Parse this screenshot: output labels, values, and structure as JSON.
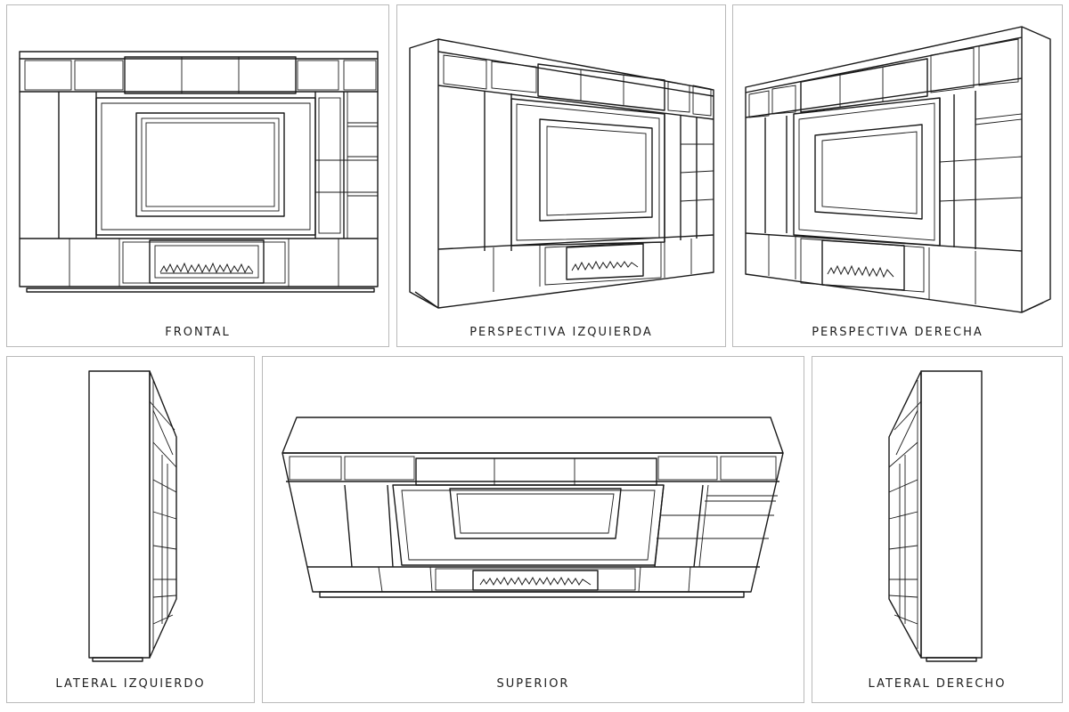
{
  "views": {
    "frontal": "FRONTAL",
    "perspective_left": "PERSPECTIVA IZQUIERDA",
    "perspective_right": "PERSPECTIVA DERECHA",
    "lateral_left": "LATERAL IZQUIERDO",
    "top": "SUPERIOR",
    "lateral_right": "LATERAL DERECHO"
  },
  "colors": {
    "line": "#1a1a1a",
    "panel_border": "#b9b9b9",
    "background": "#ffffff"
  }
}
